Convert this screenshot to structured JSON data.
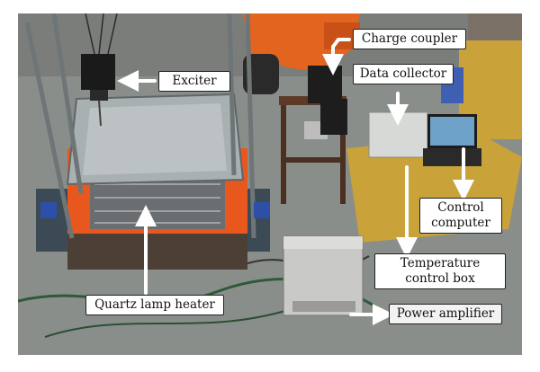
{
  "figure": {
    "labels": {
      "charge_coupler": "Charge coupler",
      "exciter": "Exciter",
      "data_collector": "Data collector",
      "control_computer": "Control computer",
      "temperature_control_box": "Temperature control box",
      "quartz_lamp_heater": "Quartz lamp heater",
      "power_amplifier": "Power amplifier"
    },
    "colors": {
      "floor": "#8c8f8c",
      "heater_glow": "#e8581e",
      "forklift": "#e2641f",
      "desk": "#c9a23a",
      "arrow": "#ffffff"
    }
  }
}
